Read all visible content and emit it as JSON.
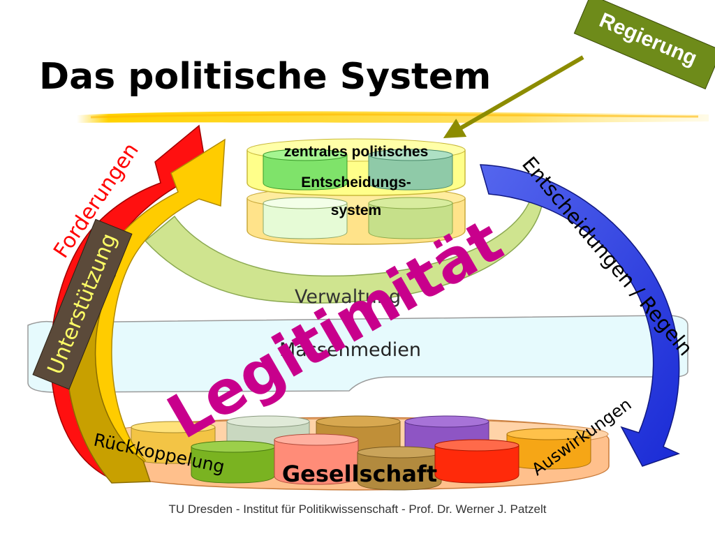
{
  "slide": {
    "title": "Das politische System",
    "footer": "TU Dresden - Institut für Politikwissenschaft - Prof. Dr. Werner J. Patzelt"
  },
  "labels": {
    "regierung": "Regierung",
    "central_line1": "zentrales politisches",
    "central_line2": "Entscheidungs-",
    "central_line3": "system",
    "forderungen": "Forderungen",
    "unterstuetzung": "Unterstützung",
    "verwaltung": "Verwaltung",
    "massenmedien": "Massenmedien",
    "legitimitaet": "Legitimität",
    "entscheidungen": "Entscheidungen / Regeln",
    "rueckkoppelung": "Rückkoppelung",
    "auswirkungen": "Auswirkungen",
    "gesellschaft": "Gesellschaft"
  },
  "colors": {
    "regierung_box": "#6e8b1a",
    "legitimitaet": "#c8008c",
    "forderungen_text": "#ff0000",
    "unterstuetzung_text": "#ffff66",
    "blue_arrow": "#2233cc",
    "green_arrow": "#cfe48f",
    "banner": "#e6fafd",
    "base_platter": "#ffc08c"
  }
}
